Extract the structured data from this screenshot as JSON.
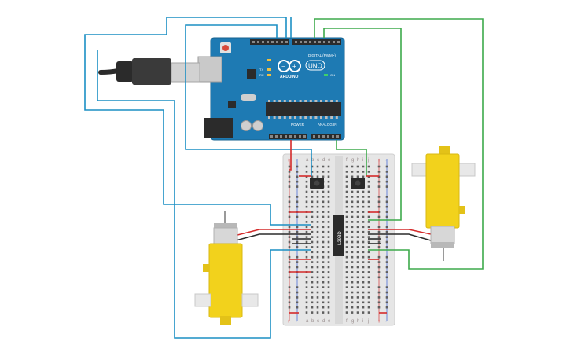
{
  "board": {
    "brand": "ARDUINO",
    "model": "UNO",
    "digital_label": "DIGITAL (PWM~)",
    "power_label": "POWER",
    "analog_label": "ANALOG IN",
    "on_label": "ON",
    "led_l": "L",
    "led_tx": "TX",
    "led_rx": "RX"
  },
  "ic": {
    "label": "L293D"
  },
  "breadboard": {
    "column_letters_left": [
      "a",
      "b",
      "c",
      "d",
      "e"
    ],
    "column_letters_right": [
      "f",
      "g",
      "h",
      "i",
      "j"
    ],
    "rail_plus": "+",
    "rail_minus": "-"
  },
  "colors": {
    "wire_blue": "#1c8fc4",
    "wire_green": "#3daa4b",
    "wire_red": "#d42a2a",
    "wire_black": "#2b2b2b",
    "board_blue": "#1e7ab3",
    "motor_yellow": "#f2d21c",
    "motor_silver": "#d7d7d7"
  },
  "components": {
    "motors": [
      "left-gear-motor",
      "right-gear-motor"
    ],
    "buttons": [
      "left-pushbutton",
      "right-pushbutton"
    ],
    "cable": "usb-cable"
  }
}
